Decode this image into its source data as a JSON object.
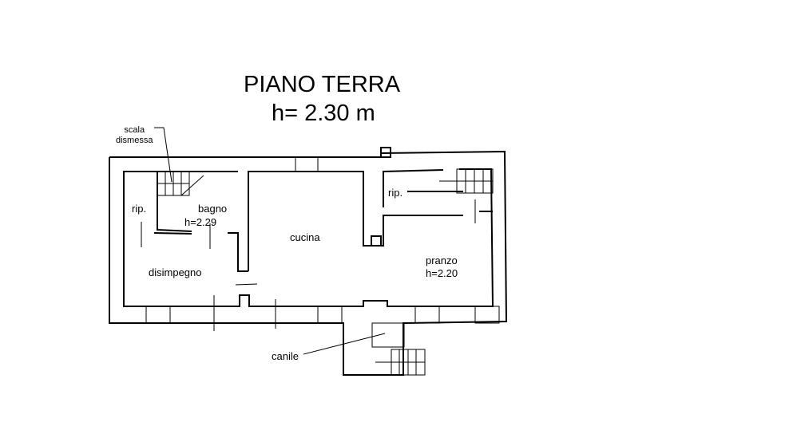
{
  "header": {
    "title": "PIANO TERRA",
    "height": "h= 2.30 m"
  },
  "rooms": {
    "scala": "scala",
    "dismessa": "dismessa",
    "rip_left": "rip.",
    "bagno": "bagno",
    "bagno_h": "h=2.29",
    "disimpegno": "disimpegno",
    "cucina": "cucina",
    "rip_right": "rip.",
    "pranzo": "pranzo",
    "pranzo_h": "h=2.20",
    "canile": "canile"
  }
}
